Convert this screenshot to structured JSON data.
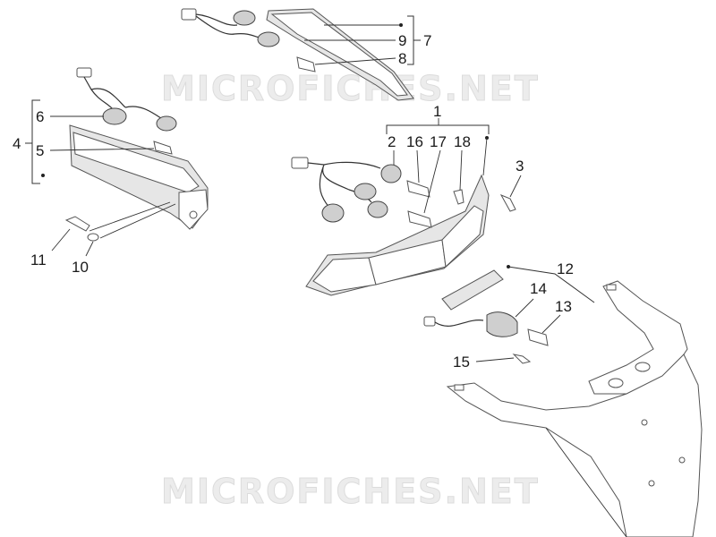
{
  "watermark": {
    "top": "MICROFICHES.NET",
    "bottom": "MICROFICHES.NET"
  },
  "callouts": {
    "c1": "1",
    "c2": "2",
    "c3": "3",
    "c4": "4",
    "c5": "5",
    "c6": "6",
    "c7": "7",
    "c8": "8",
    "c9": "9",
    "c10": "10",
    "c11": "11",
    "c12": "12",
    "c13": "13",
    "c14": "14",
    "c15": "15",
    "c16": "16",
    "c17": "17",
    "c18": "18"
  }
}
